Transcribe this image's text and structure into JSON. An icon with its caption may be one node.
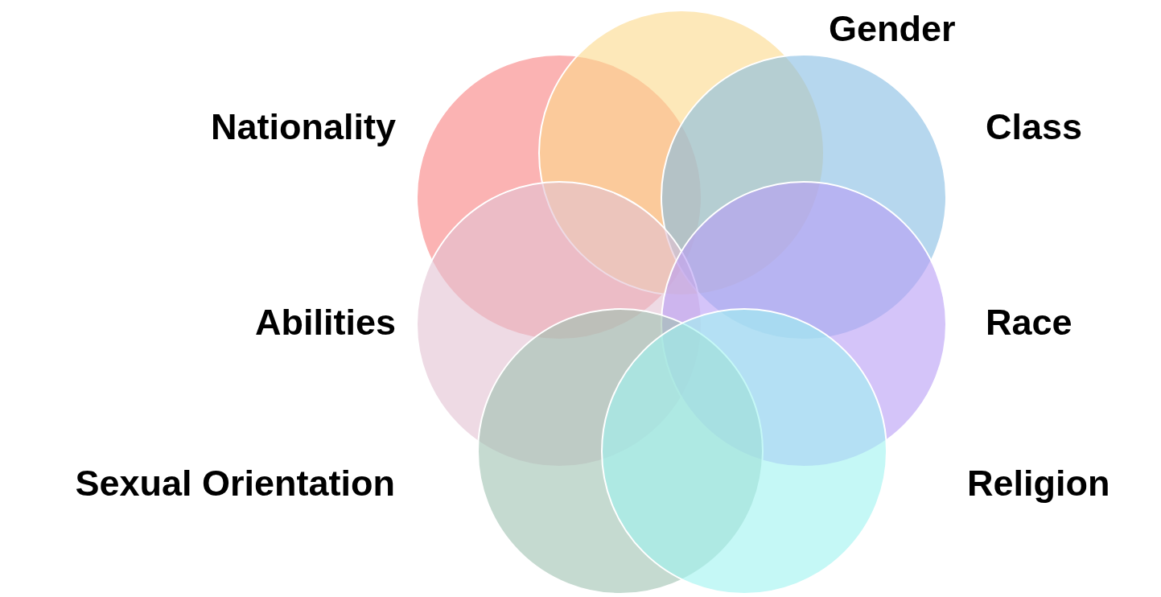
{
  "diagram": {
    "nodes": [
      {
        "text": [],
        "shape": "circle"
      },
      {
        "text": [],
        "shape": "circle"
      },
      {
        "text": [],
        "shape": "circle"
      },
      {
        "text": [],
        "shape": "circle"
      },
      {
        "text": [],
        "shape": "circle"
      },
      {
        "text": [],
        "shape": "circle"
      },
      {
        "text": [],
        "shape": "circle"
      }
    ],
    "labels": [
      "Gender",
      "Nationality",
      "Class",
      "Abilities",
      "Race",
      "Sexual Orientation",
      "Religion"
    ]
  }
}
